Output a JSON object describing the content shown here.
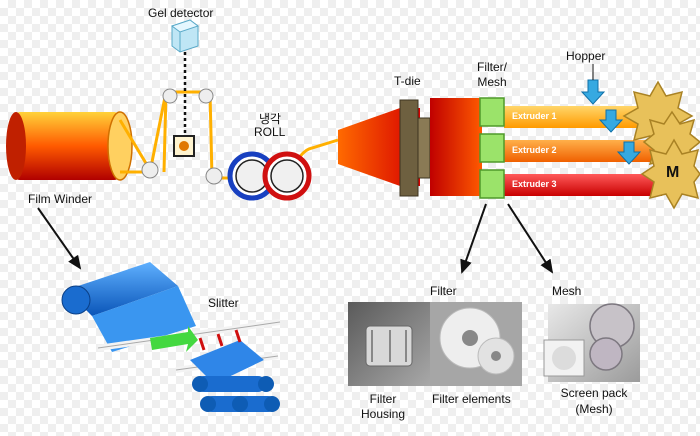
{
  "labels": {
    "gel_detector": "Gel detector",
    "cooling_korean": "냉각",
    "cooling_roll": "ROLL",
    "t_die": "T-die",
    "filter_mesh_line1": "Filter/",
    "filter_mesh_line2": "Mesh",
    "hopper": "Hopper",
    "extruder_1": "Extruder 1",
    "extruder_2": "Extruder 2",
    "extruder_3": "Extruder 3",
    "motor": "M",
    "film_winder": "Film Winder",
    "slitter": "Slitter",
    "filter": "Filter",
    "mesh": "Mesh",
    "filter_housing_line1": "Filter",
    "filter_housing_line2": "Housing",
    "filter_elements": "Filter elements",
    "screen_pack_line1": "Screen pack",
    "screen_pack_line2": "(Mesh)"
  },
  "colors": {
    "film_orange": "#ff8c00",
    "extruder_1": "#ffb000",
    "extruder_2": "#ff7a00",
    "extruder_3": "#e81a1a",
    "filter_green": "#9be36a",
    "hopper_blue": "#36a9e1",
    "slitter_blue": "#1e78d6",
    "gear_gold": "#e8c15a"
  },
  "icons": {
    "gel_detector": "cube-sensor-icon",
    "motor": "motor-gear-icon",
    "hopper": "hopper-funnel-icon"
  }
}
